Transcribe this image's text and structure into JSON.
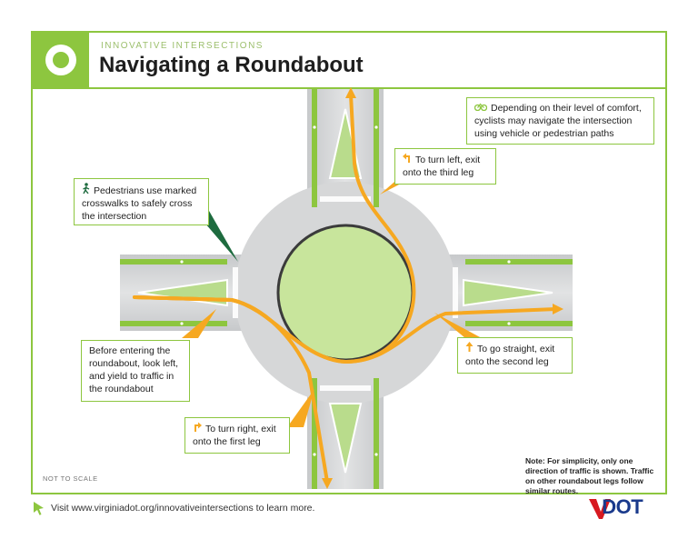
{
  "header": {
    "kicker": "INNOVATIVE INTERSECTIONS",
    "title": "Navigating a Roundabout"
  },
  "callouts": {
    "cyclists": "Depending on their level of comfort, cyclists may navigate the intersection using vehicle or pedestrian paths",
    "pedestrians": "Pedestrians use marked crosswalks to safely cross the intersection",
    "turn_left": "To turn left, exit onto the third leg",
    "before_entering": "Before entering the roundabout, look left, and yield to traffic in the roundabout",
    "go_straight": "To go straight, exit onto the second leg",
    "turn_right": "To turn right, exit onto the first leg"
  },
  "note": "Note: For simplicity, only one direction of traffic is shown. Traffic on other roundabout legs follow similar routes.",
  "not_to_scale": "NOT TO SCALE",
  "footer": {
    "link_text": "Visit www.virginiadot.org/innovativeintersections to learn more."
  },
  "brand": {
    "name": "VDOT",
    "accent": "#8dc63f",
    "route_color": "#f6a821",
    "pedestrian_callout_color": "#1e6b3f",
    "vdot_blue": "#1a3a8c",
    "vdot_red": "#d71920"
  },
  "icons": {
    "logo": "ring-logo-icon",
    "bike": "bicycle-icon",
    "pedestrian": "pedestrian-icon",
    "left_arrow": "turn-left-arrow-icon",
    "straight_arrow": "straight-arrow-icon",
    "right_arrow": "turn-right-arrow-icon",
    "footer": "cursor-arrow-icon"
  }
}
